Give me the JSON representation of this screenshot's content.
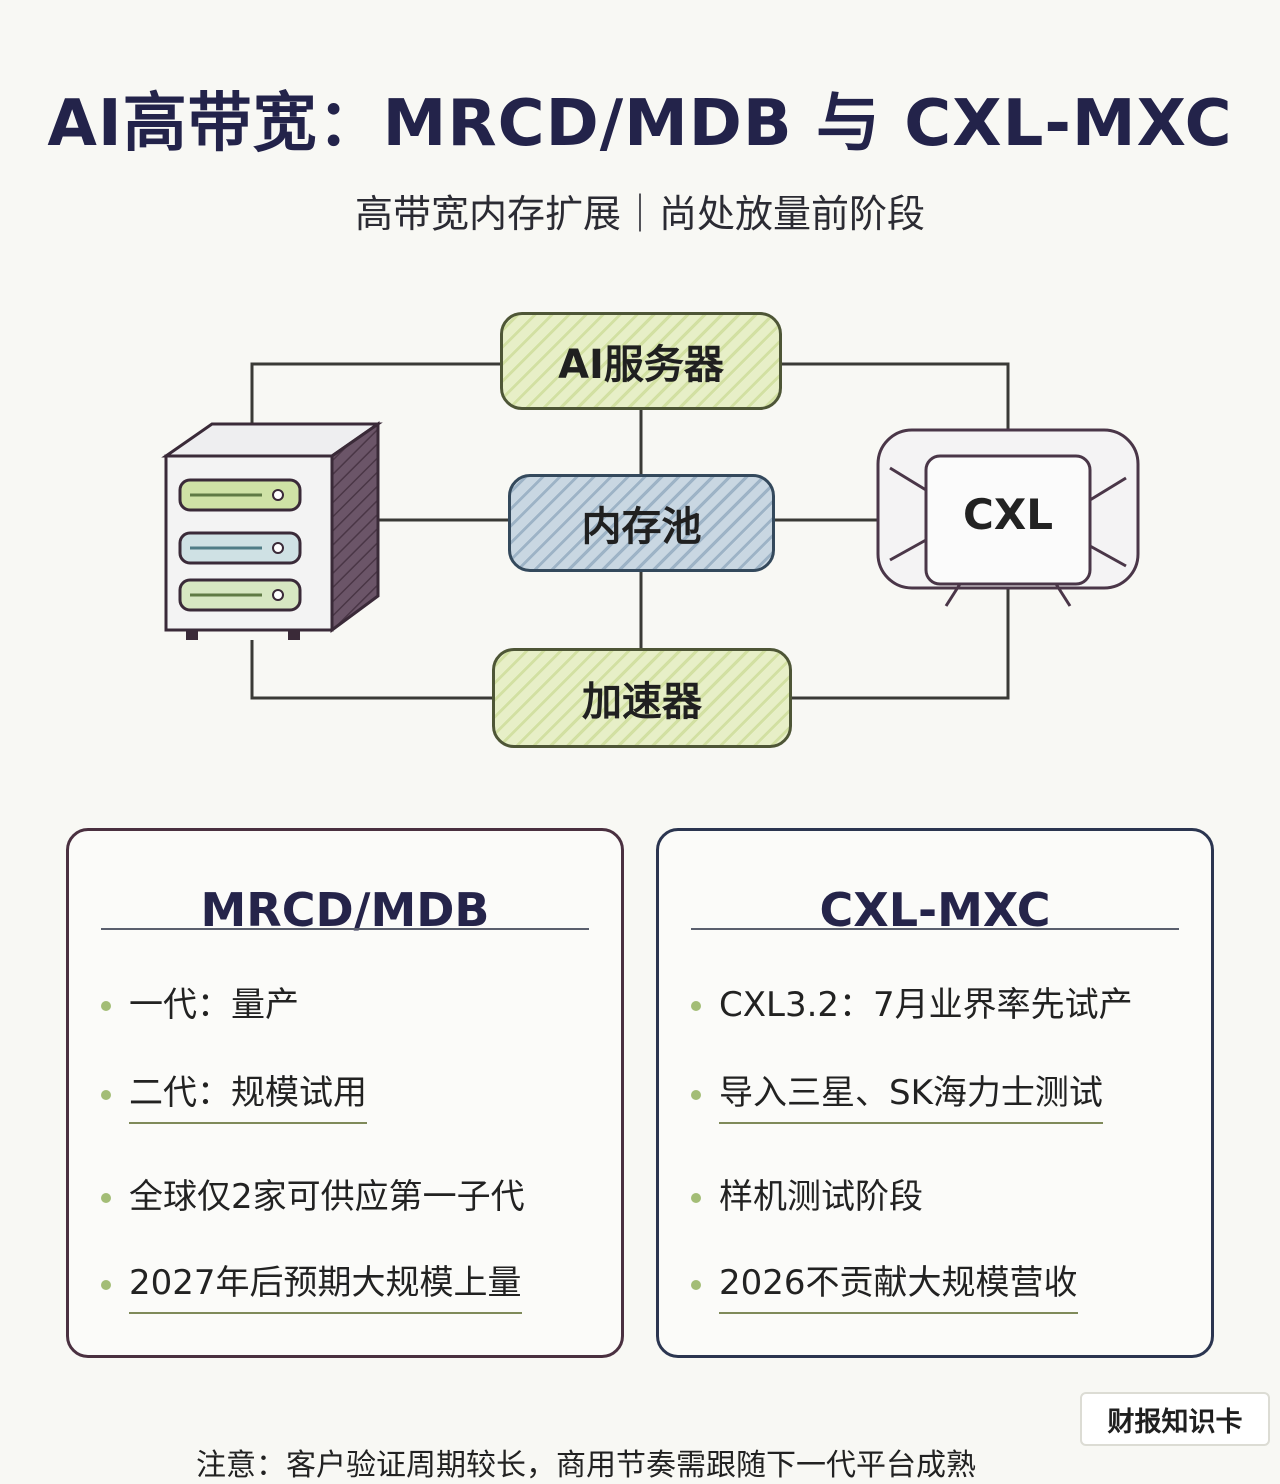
{
  "header": {
    "title": "AI高带宽：MRCD/MDB 与 CXL-MXC",
    "subtitle": "高带宽内存扩展｜尚处放量前阶段"
  },
  "diagram": {
    "nodes": {
      "ai_server": "AI服务器",
      "memory_pool": "内存池",
      "accelerator": "加速器",
      "cxl": "CXL"
    },
    "icons": [
      "server-rack-icon",
      "cxl-device-icon"
    ],
    "colors": {
      "green_fill": "#dfe9b9",
      "blue_fill": "#b3c5d4",
      "line": "#3a3a36",
      "server_body": "#5a4458"
    }
  },
  "cards": {
    "left": {
      "title": "MRCD/MDB",
      "items": [
        "一代：量产",
        "二代：规模试用",
        "全球仅2家可供应第一子代",
        "2027年后预期大规模上量"
      ]
    },
    "right": {
      "title": "CXL-MXC",
      "items": [
        "CXL3.2：7月业界率先试产",
        "导入三星、SK海力士测试",
        "样机测试阶段",
        "2026不贡献大规模营收"
      ]
    }
  },
  "footer": {
    "stamp": "财报知识卡",
    "note": "注意：客户验证周期较长，商用节奏需跟随下一代平台成熟"
  }
}
